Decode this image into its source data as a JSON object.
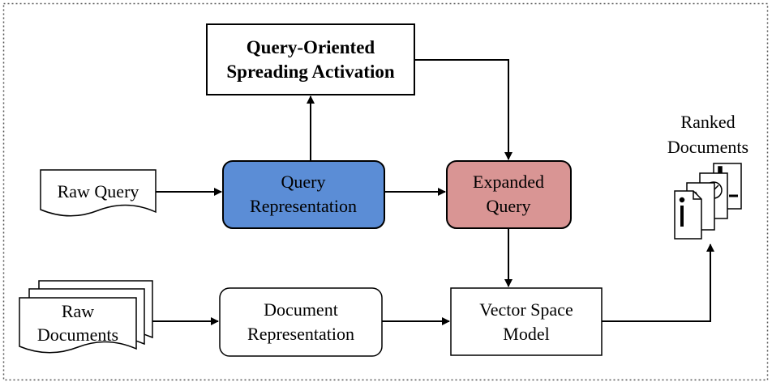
{
  "nodes": {
    "spreading_activation": {
      "lines": [
        "Query-Oriented",
        "Spreading Activation"
      ]
    },
    "raw_query": {
      "lines": [
        "Raw Query"
      ]
    },
    "query_representation": {
      "lines": [
        "Query",
        "Representation"
      ],
      "fill": "#5b8dd6"
    },
    "expanded_query": {
      "lines": [
        "Expanded",
        "Query"
      ],
      "fill": "#d99594"
    },
    "raw_documents": {
      "lines": [
        "Raw",
        "Documents"
      ]
    },
    "document_representation": {
      "lines": [
        "Document",
        "Representation"
      ]
    },
    "vector_space_model": {
      "lines": [
        "Vector Space",
        "Model"
      ]
    },
    "ranked_documents": {
      "lines": [
        "Ranked",
        "Documents"
      ]
    }
  },
  "colors": {
    "stroke": "#000000",
    "border": "#555555"
  }
}
